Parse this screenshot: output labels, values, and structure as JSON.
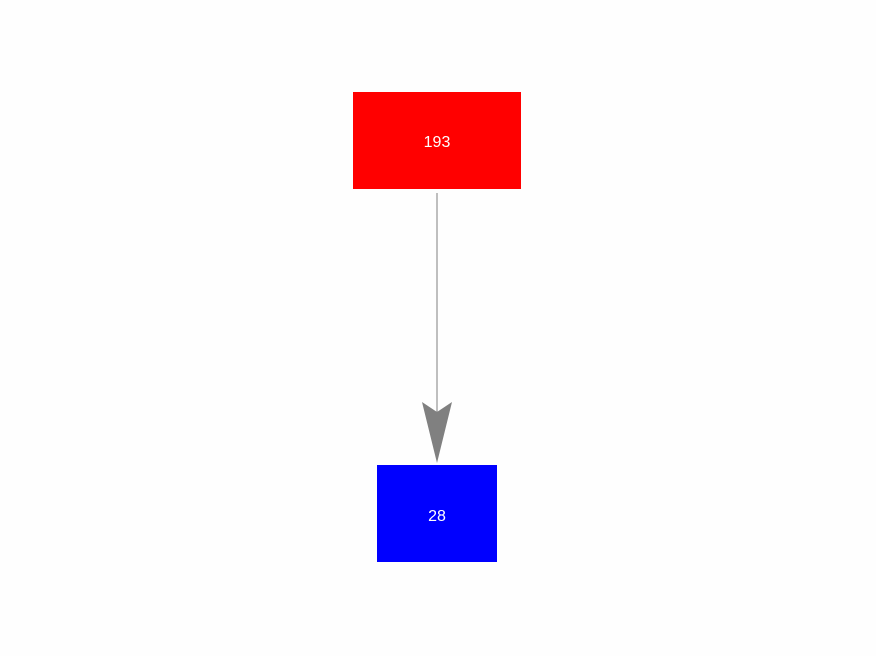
{
  "nodes": [
    {
      "id": "n193",
      "label": "193",
      "color": "#ff0000"
    },
    {
      "id": "n28",
      "label": "28",
      "color": "#0000ff"
    }
  ],
  "edges": [
    {
      "from": "n193",
      "to": "n28",
      "color": "#808080"
    }
  ]
}
